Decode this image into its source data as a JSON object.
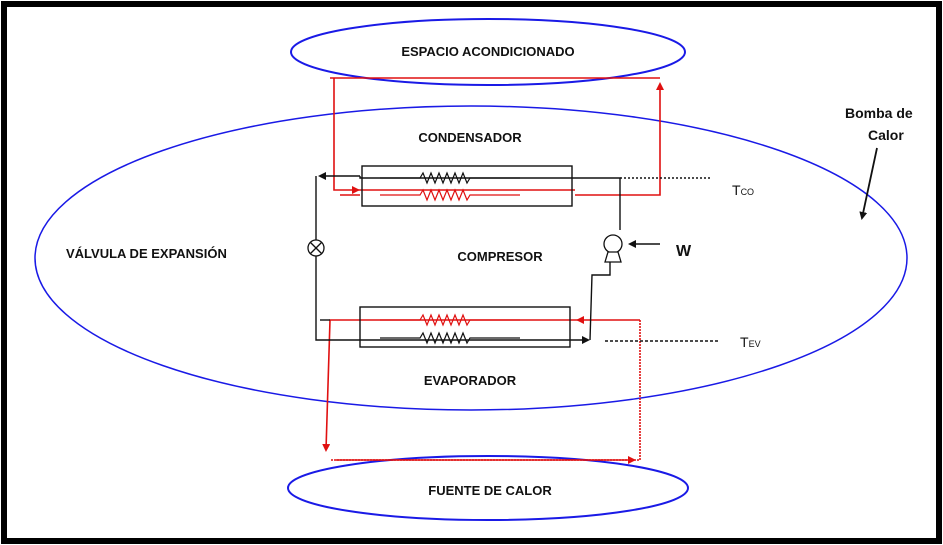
{
  "labels": {
    "space": "ESPACIO  ACONDICIONADO",
    "condenser": "CONDENSADOR",
    "compressor": "COMPRESOR",
    "valve": "VÁLVULA DE EXPANSIÓN",
    "evaporator": "EVAPORADOR",
    "source": "FUENTE DE CALOR",
    "heat_pump_line1": "Bomba de",
    "heat_pump_line2": "Calor",
    "work": "W",
    "t_co_main": "T",
    "t_co_sub": "CO",
    "t_ev_main": "T",
    "t_ev_sub": "EV"
  },
  "colors": {
    "ellipse": "#1a1ae6",
    "heat_flow": "#e01010",
    "refrigerant": "#111111",
    "frame": "#000000"
  },
  "icons": [
    "expansion-valve-icon",
    "compressor-icon",
    "condenser-coil-icon",
    "evaporator-coil-icon"
  ]
}
